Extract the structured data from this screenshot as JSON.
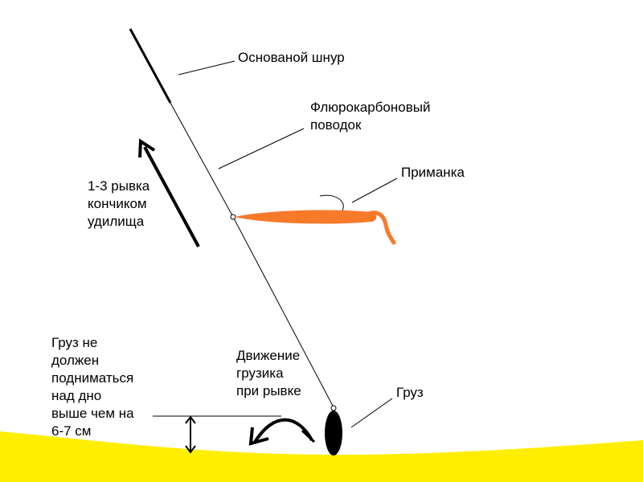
{
  "labels": {
    "main_line": "Основаной шнур",
    "leader": [
      "Флюрокарбоновый",
      "поводок"
    ],
    "lure": "Приманка",
    "jerks": [
      "1-3 рывка",
      "кончиком",
      "удилища"
    ],
    "weight_note": [
      "Груз не",
      "должен",
      "подниматься",
      "над дно",
      "выше чем на",
      "6-7 см"
    ],
    "weight_motion": [
      "Движение",
      "грузика",
      "при рывке"
    ],
    "weight": "Груз"
  },
  "colors": {
    "bottom": "#ffee00",
    "lure": "#f77a2a",
    "ink": "#000000"
  }
}
